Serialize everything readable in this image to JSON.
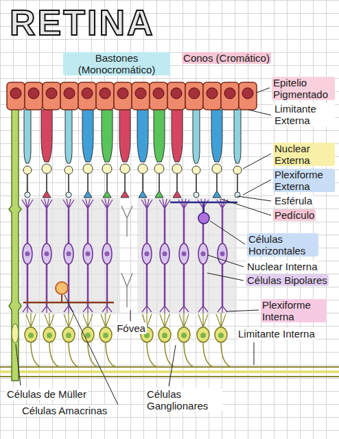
{
  "diagram": {
    "title": "RETINA",
    "labels": [
      "Bastones (Monocromático)",
      "Conos (Cromático)",
      "Epitelio Pigmentado",
      "Limitante Externa",
      "Nuclear Externa",
      "Plexiforme Externa",
      "Esférula",
      "Pedículo",
      "Células Horizontales",
      "Nuclear Interna",
      "Células Bipolares",
      "Plexiforme Interna",
      "Limitante Interna",
      "Fóvea",
      "Células de Müller",
      "Células Amacrinas",
      "Células Ganglionares"
    ]
  }
}
